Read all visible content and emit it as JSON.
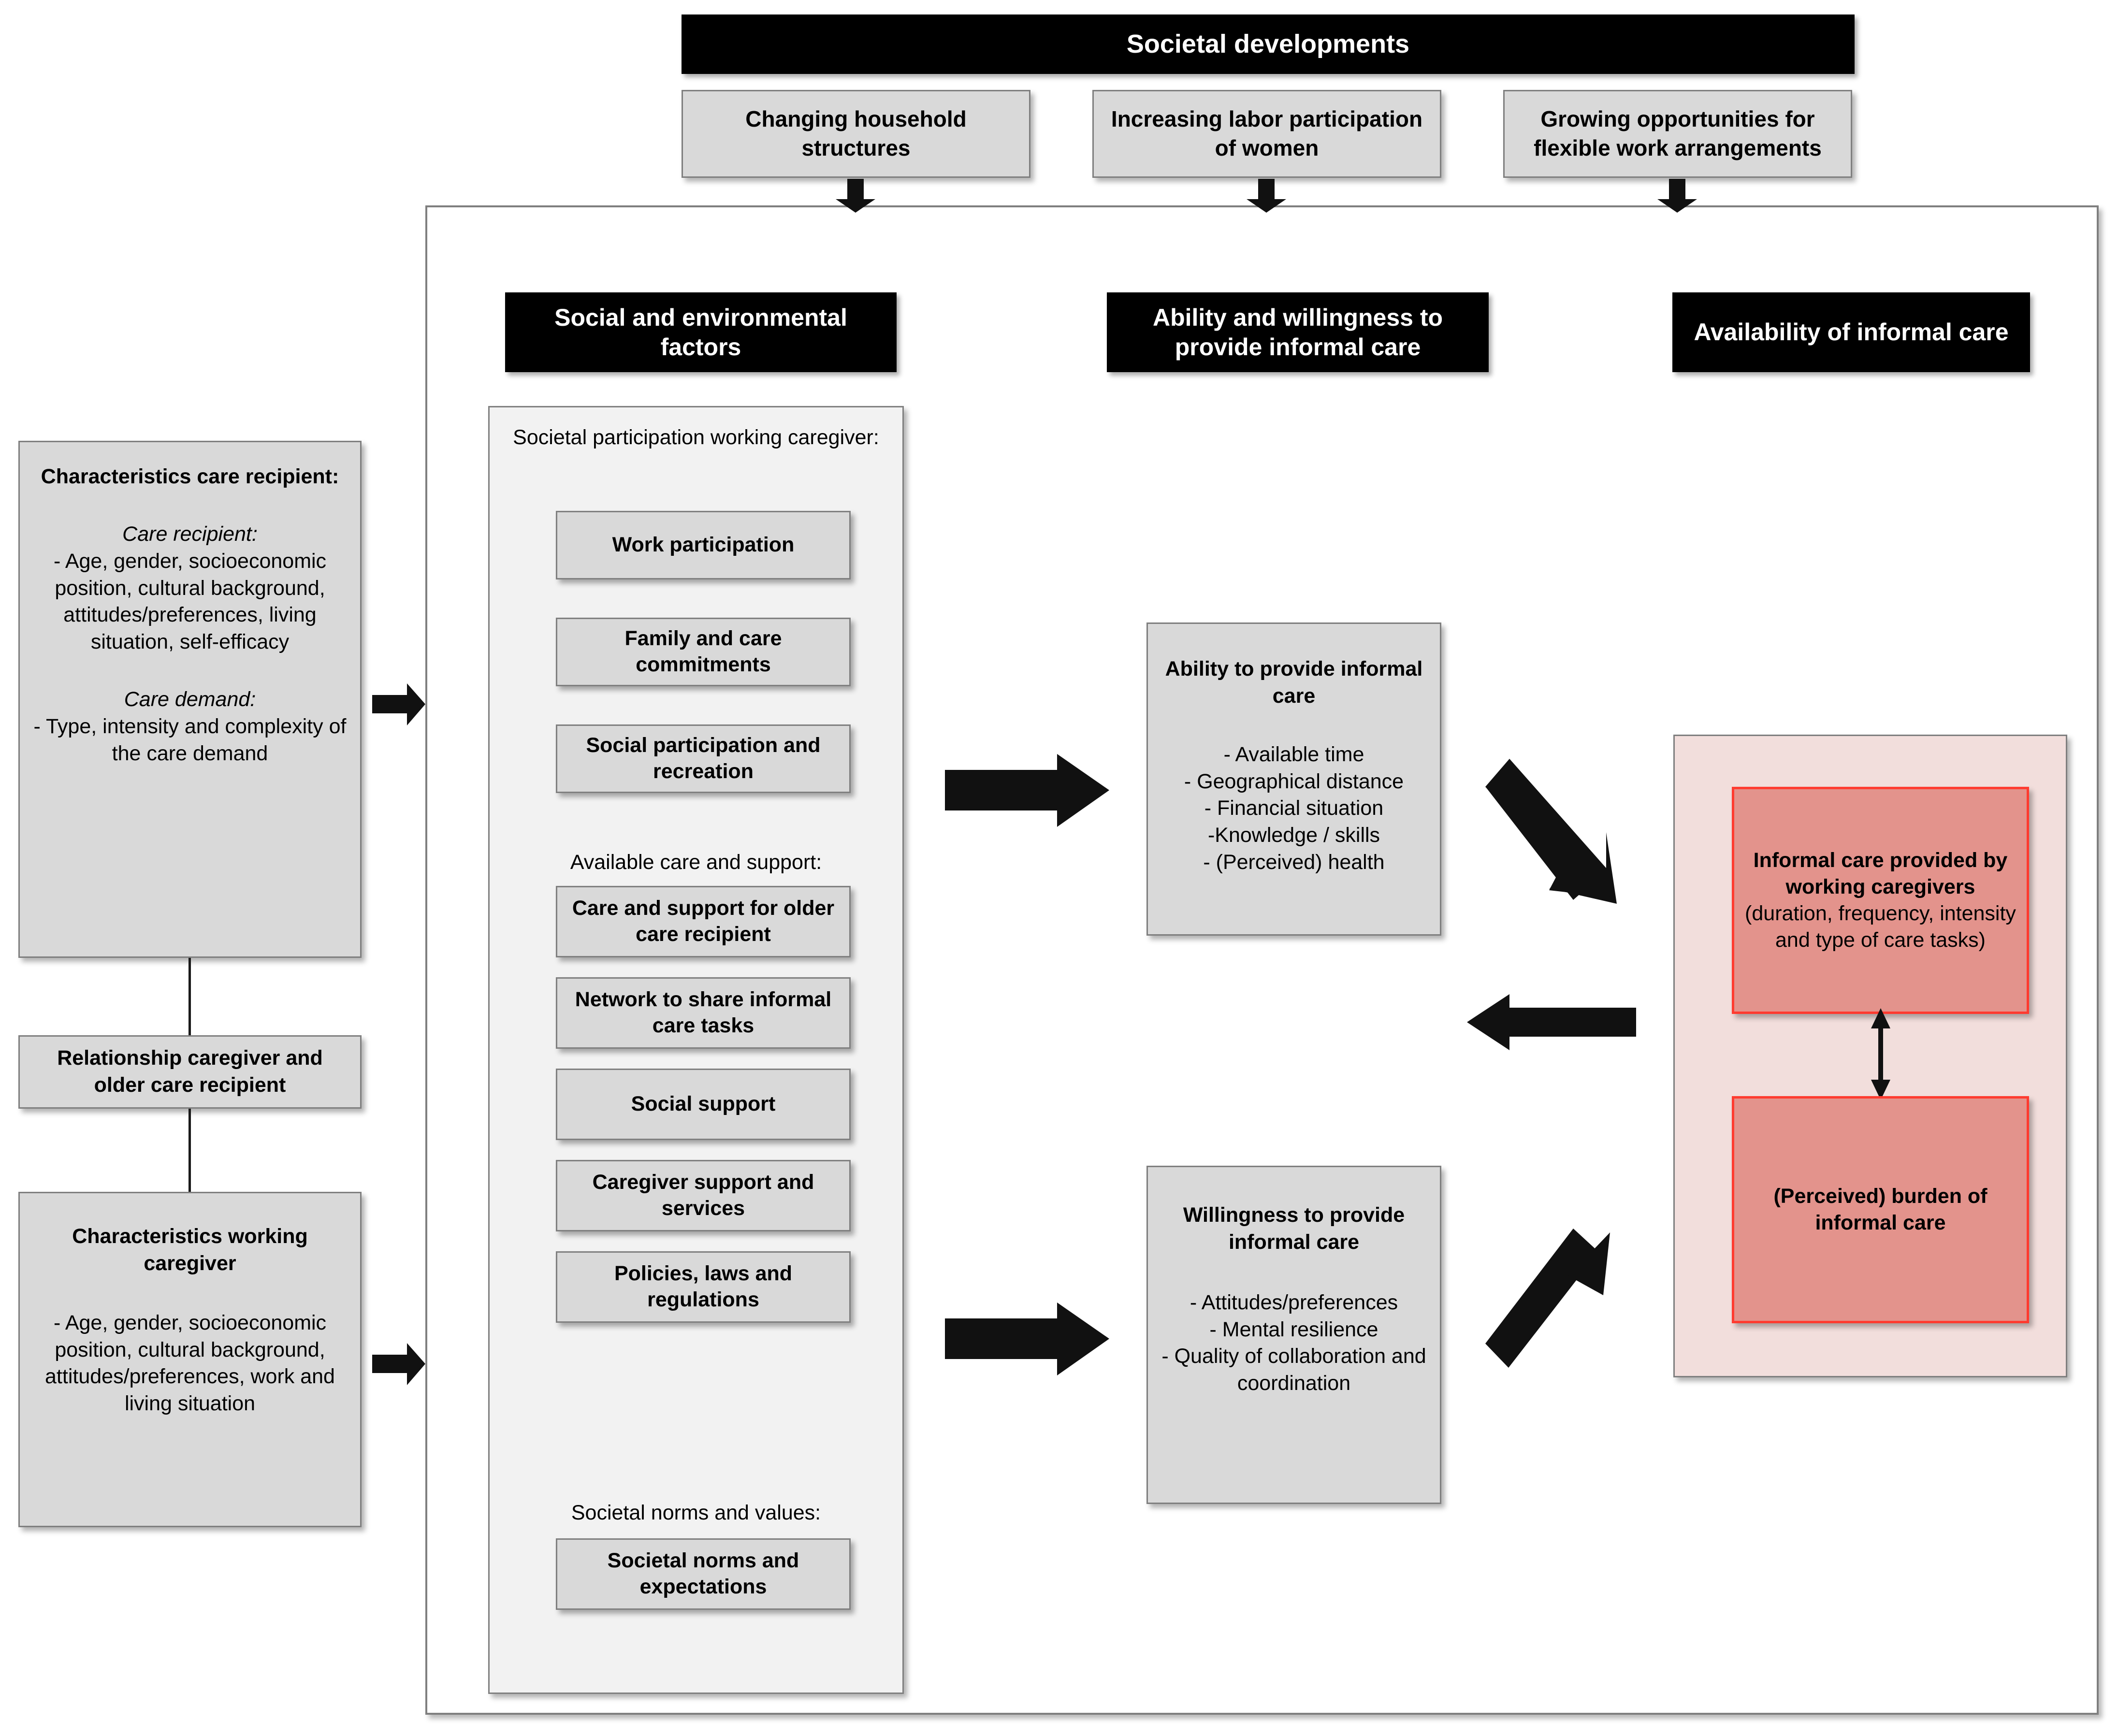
{
  "top": {
    "banner": "Societal developments",
    "drivers": [
      "Changing household structures",
      "Increasing labor participation of women",
      "Growing opportunities for flexible work arrangements"
    ]
  },
  "column_headers": {
    "social": "Social and environmental factors",
    "ability_willingness": "Ability and willingness to provide informal care",
    "availability": "Availability of informal care"
  },
  "left": {
    "care_recipient": {
      "title": "Characteristics care recipient:",
      "sub1_label": "Care recipient:",
      "sub1_text": "- Age, gender, socioeconomic position, cultural background, attitudes/preferences, living situation, self-efficacy",
      "sub2_label": "Care demand:",
      "sub2_text": "- Type, intensity and complexity of the care demand"
    },
    "relationship": "Relationship caregiver and older care recipient",
    "working_caregiver": {
      "title": "Characteristics working caregiver",
      "text": "- Age, gender, socioeconomic position, cultural background, attitudes/preferences, work and living situation"
    }
  },
  "factors": {
    "group1_label": "Societal participation working caregiver:",
    "group1_items": [
      "Work participation",
      "Family and care commitments",
      "Social participation and recreation"
    ],
    "group2_label": "Available care and support:",
    "group2_items": [
      "Care and support for older care recipient",
      "Network to share informal care tasks",
      "Social support",
      "Caregiver support and services",
      "Policies, laws and regulations"
    ],
    "group3_label": "Societal norms and values:",
    "group3_items": [
      "Societal norms and expectations"
    ]
  },
  "ability": {
    "title": "Ability to provide informal care",
    "items": [
      "- Available time",
      "- Geographical distance",
      "- Financial situation",
      "-Knowledge / skills",
      "- (Perceived) health"
    ]
  },
  "willingness": {
    "title": "Willingness to provide informal care",
    "items": [
      "- Attitudes/preferences",
      "- Mental resilience",
      "- Quality of collaboration and coordination"
    ]
  },
  "availability": {
    "provided": {
      "title": "Informal care provided by working caregivers",
      "detail": "(duration, frequency, intensity and type of care tasks)"
    },
    "burden": "(Perceived) burden of informal care"
  },
  "colors": {
    "banner_bg": "#000000",
    "grey_box": "#d9d9d9",
    "panel_bg": "#f2f2f2",
    "pink_container": "#f2dedc",
    "red_box": "#e3938c",
    "red_border": "#ff3b30",
    "border_grey": "#7f7f7f"
  }
}
